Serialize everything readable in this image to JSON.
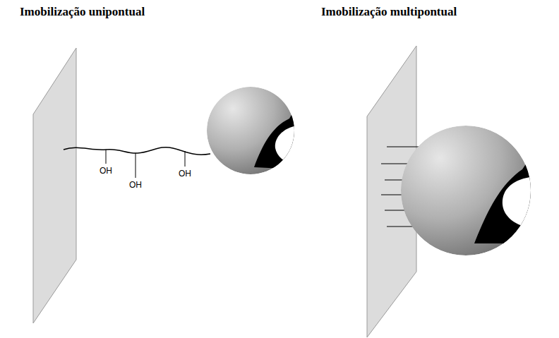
{
  "diagram": {
    "labels": [
      "Imobilização unipontual",
      "Imobilização multipontual",
      "OH",
      "OH",
      "OH"
    ]
  }
}
